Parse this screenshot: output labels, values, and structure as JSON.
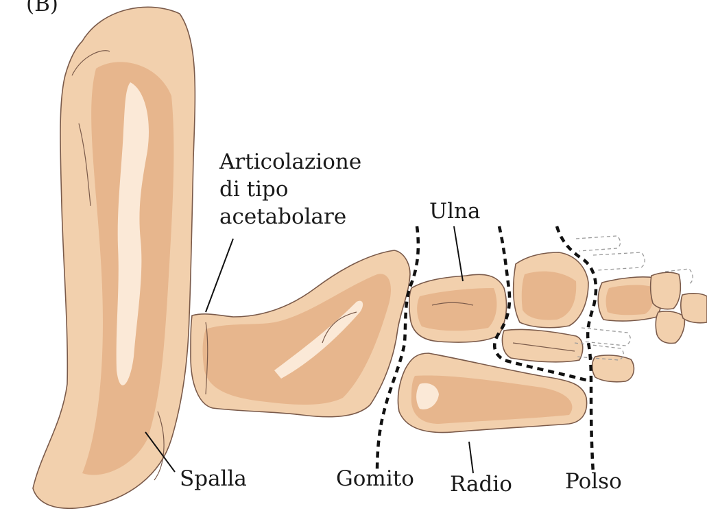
{
  "panel_label": "(B)",
  "labels": {
    "articulation_line1": "Articolazione",
    "articulation_line2": "di tipo",
    "articulation_line3": "acetabolare",
    "ulna": "Ulna",
    "shoulder": "Spalla",
    "elbow": "Gomito",
    "radius": "Radio",
    "wrist": "Polso"
  },
  "colors": {
    "bone": "#f2d0ad",
    "bone_shadow": "#e7b68d",
    "outline": "#7a5a4a",
    "joint_lines": "#111111"
  }
}
